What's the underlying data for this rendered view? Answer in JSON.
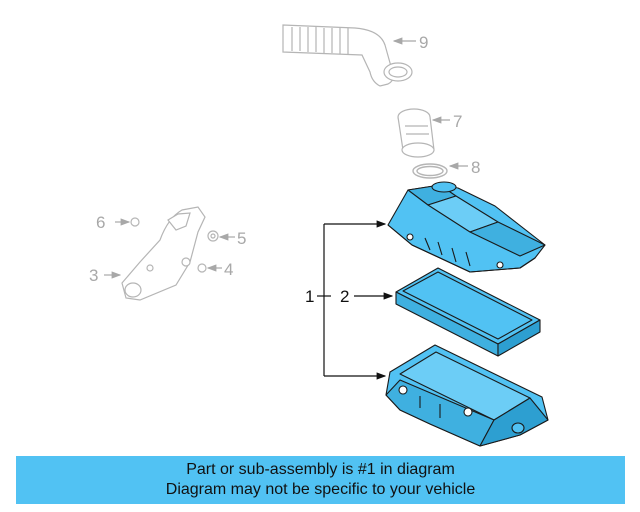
{
  "callouts": {
    "n1": "1",
    "n2": "2",
    "n3": "3",
    "n4": "4",
    "n5": "5",
    "n6": "6",
    "n7": "7",
    "n8": "8",
    "n9": "9"
  },
  "footer": {
    "line1": "Part or sub-assembly is #1 in diagram",
    "line2": "Diagram may not be specific to your vehicle"
  },
  "colors": {
    "highlight_fill": "#51c2f3",
    "outline": "#1a1a1a",
    "greyed_out": "#b5b5b5"
  }
}
